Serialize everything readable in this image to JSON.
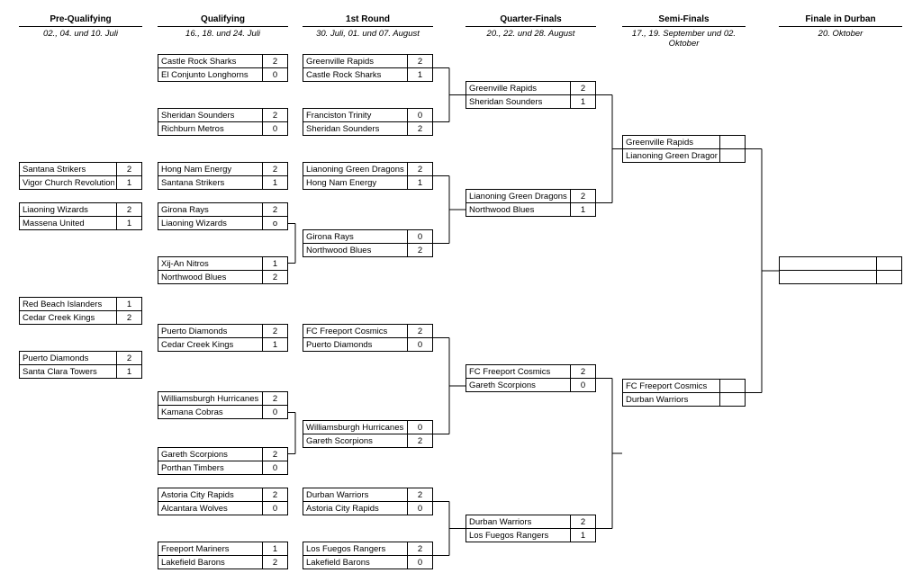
{
  "columns": [
    {
      "title": "Pre-Qualifying",
      "dates": "02., 04. und 10. Juli"
    },
    {
      "title": "Qualifying",
      "dates": "16., 18. und 24. Juli"
    },
    {
      "title": "1st Round",
      "dates": "30. Juli, 01. und 07. August"
    },
    {
      "title": "Quarter-Finals",
      "dates": "20., 22. und 28. August"
    },
    {
      "title": "Semi-Finals",
      "dates": "17., 19. September und 02. Oktober"
    },
    {
      "title": "Finale in Durban",
      "dates": "20. Oktober"
    }
  ],
  "matches": [
    {
      "round": 0,
      "teams": [
        {
          "name": "Santana Strikers",
          "score": "2"
        },
        {
          "name": "Vigor Church Revolution",
          "score": "1"
        }
      ]
    },
    {
      "round": 0,
      "teams": [
        {
          "name": "Liaoning Wizards",
          "score": "2"
        },
        {
          "name": "Massena United",
          "score": "1"
        }
      ]
    },
    {
      "round": 0,
      "teams": [
        {
          "name": "Red Beach Islanders",
          "score": "1"
        },
        {
          "name": "Cedar Creek Kings",
          "score": "2"
        }
      ]
    },
    {
      "round": 0,
      "teams": [
        {
          "name": "Puerto Diamonds",
          "score": "2"
        },
        {
          "name": "Santa Clara Towers",
          "score": "1"
        }
      ]
    },
    {
      "round": 1,
      "teams": [
        {
          "name": "Castle Rock Sharks",
          "score": "2"
        },
        {
          "name": "El Conjunto Longhorns",
          "score": "0"
        }
      ]
    },
    {
      "round": 1,
      "teams": [
        {
          "name": "Sheridan Sounders",
          "score": "2"
        },
        {
          "name": "Richburn Metros",
          "score": "0"
        }
      ]
    },
    {
      "round": 1,
      "teams": [
        {
          "name": "Hong Nam Energy",
          "score": "2"
        },
        {
          "name": "Santana Strikers",
          "score": "1"
        }
      ]
    },
    {
      "round": 1,
      "teams": [
        {
          "name": "Girona Rays",
          "score": "2"
        },
        {
          "name": "Liaoning Wizards",
          "score": "o"
        }
      ]
    },
    {
      "round": 1,
      "teams": [
        {
          "name": "Xij-An Nitros",
          "score": "1"
        },
        {
          "name": "Northwood Blues",
          "score": "2"
        }
      ]
    },
    {
      "round": 1,
      "teams": [
        {
          "name": "Puerto Diamonds",
          "score": "2"
        },
        {
          "name": "Cedar Creek Kings",
          "score": "1"
        }
      ]
    },
    {
      "round": 1,
      "teams": [
        {
          "name": "Williamsburgh Hurricanes",
          "score": "2"
        },
        {
          "name": "Kamana Cobras",
          "score": "0"
        }
      ]
    },
    {
      "round": 1,
      "teams": [
        {
          "name": "Gareth Scorpions",
          "score": "2"
        },
        {
          "name": "Porthan Timbers",
          "score": "0"
        }
      ]
    },
    {
      "round": 1,
      "teams": [
        {
          "name": "Astoria City Rapids",
          "score": "2"
        },
        {
          "name": "Alcantara Wolves",
          "score": "0"
        }
      ]
    },
    {
      "round": 1,
      "teams": [
        {
          "name": "Freeport Mariners",
          "score": "1"
        },
        {
          "name": "Lakefield Barons",
          "score": "2"
        }
      ]
    },
    {
      "round": 2,
      "teams": [
        {
          "name": "Greenville Rapids",
          "score": "2"
        },
        {
          "name": "Castle Rock Sharks",
          "score": "1"
        }
      ]
    },
    {
      "round": 2,
      "teams": [
        {
          "name": "Franciston Trinity",
          "score": "0"
        },
        {
          "name": "Sheridan Sounders",
          "score": "2"
        }
      ]
    },
    {
      "round": 2,
      "teams": [
        {
          "name": "Lianoning Green Dragons",
          "score": "2"
        },
        {
          "name": "Hong Nam Energy",
          "score": "1"
        }
      ]
    },
    {
      "round": 2,
      "teams": [
        {
          "name": "Girona Rays",
          "score": "0"
        },
        {
          "name": "Northwood Blues",
          "score": "2"
        }
      ]
    },
    {
      "round": 2,
      "teams": [
        {
          "name": "FC Freeport Cosmics",
          "score": "2"
        },
        {
          "name": "Puerto Diamonds",
          "score": "0"
        }
      ]
    },
    {
      "round": 2,
      "teams": [
        {
          "name": "Williamsburgh Hurricanes",
          "score": "0"
        },
        {
          "name": "Gareth Scorpions",
          "score": "2"
        }
      ]
    },
    {
      "round": 2,
      "teams": [
        {
          "name": "Durban Warriors",
          "score": "2"
        },
        {
          "name": "Astoria City Rapids",
          "score": "0"
        }
      ]
    },
    {
      "round": 2,
      "teams": [
        {
          "name": "Los Fuegos Rangers",
          "score": "2"
        },
        {
          "name": "Lakefield Barons",
          "score": "0"
        }
      ]
    },
    {
      "round": 3,
      "teams": [
        {
          "name": "Greenville Rapids",
          "score": "2"
        },
        {
          "name": "Sheridan Sounders",
          "score": "1"
        }
      ]
    },
    {
      "round": 3,
      "teams": [
        {
          "name": "Lianoning Green Dragons",
          "score": "2"
        },
        {
          "name": "Northwood Blues",
          "score": "1"
        }
      ]
    },
    {
      "round": 3,
      "teams": [
        {
          "name": "FC Freeport Cosmics",
          "score": "2"
        },
        {
          "name": "Gareth Scorpions",
          "score": "0"
        }
      ]
    },
    {
      "round": 3,
      "teams": [
        {
          "name": "Durban Warriors",
          "score": "2"
        },
        {
          "name": "Los Fuegos Rangers",
          "score": "1"
        }
      ]
    },
    {
      "round": 4,
      "teams": [
        {
          "name": "Greenville Rapids",
          "score": ""
        },
        {
          "name": "Lianoning Green Dragons",
          "score": ""
        }
      ]
    },
    {
      "round": 4,
      "teams": [
        {
          "name": "FC Freeport Cosmics",
          "score": ""
        },
        {
          "name": "Durban Warriors",
          "score": ""
        }
      ]
    },
    {
      "round": 5,
      "teams": [
        {
          "name": "",
          "score": ""
        },
        {
          "name": "",
          "score": ""
        }
      ]
    }
  ]
}
